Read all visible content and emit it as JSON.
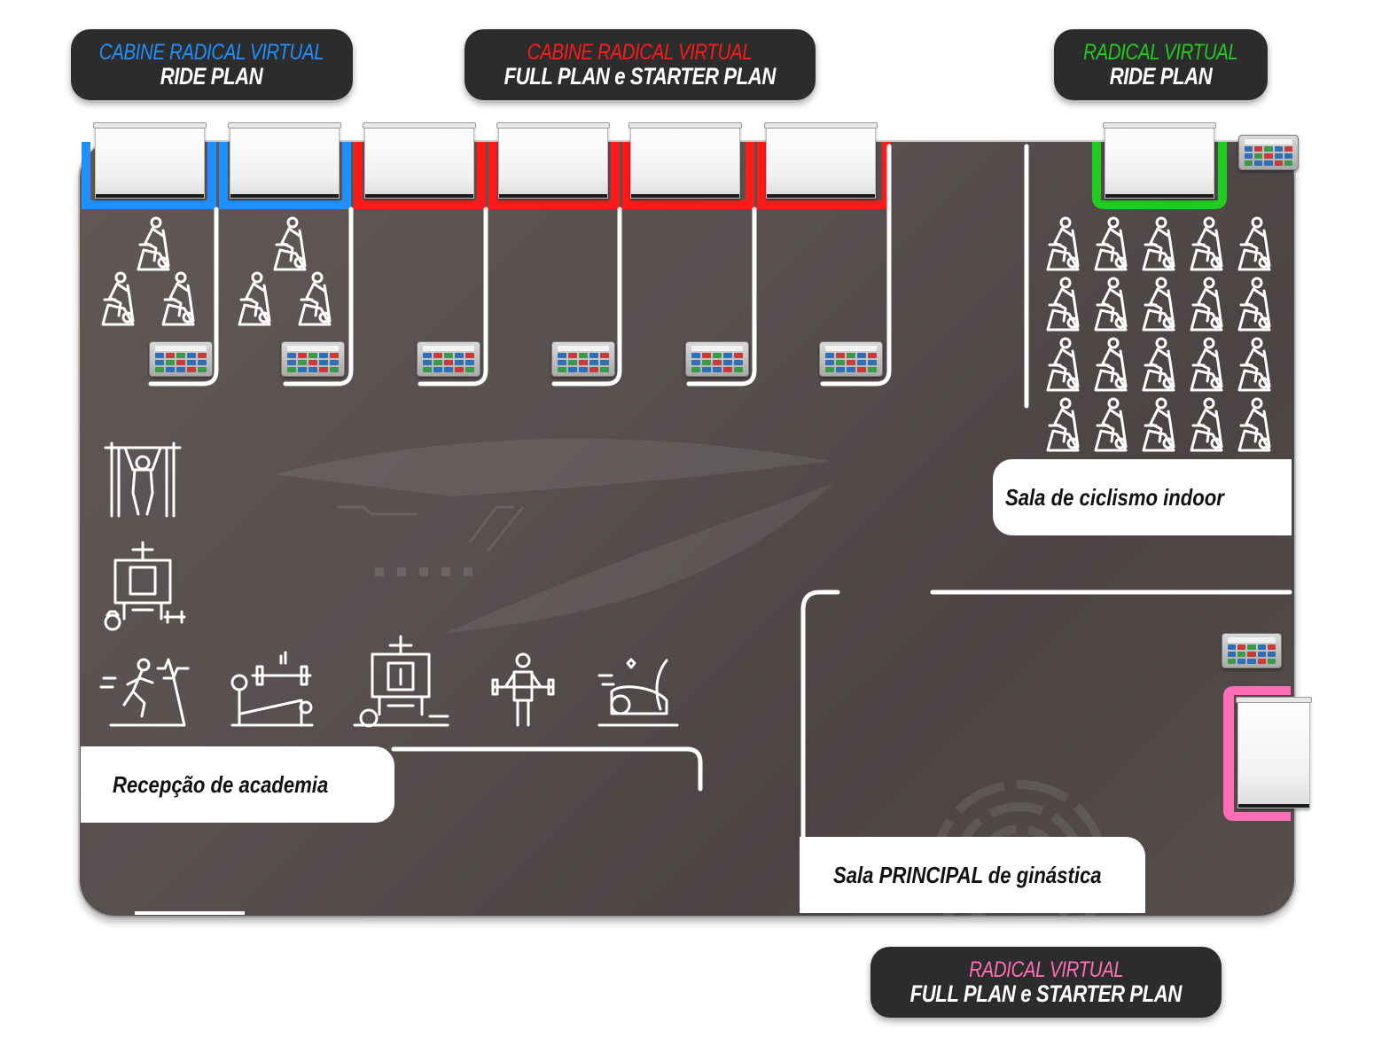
{
  "badges": {
    "blue": {
      "line1": "CABINE RADICAL VIRTUAL",
      "line2": "RIDE PLAN",
      "color": "#1e90ff"
    },
    "red": {
      "line1": "CABINE RADICAL VIRTUAL",
      "line2": "FULL PLAN e STARTER PLAN",
      "color": "#ff1a1a"
    },
    "green": {
      "line1": "RADICAL VIRTUAL",
      "line2": "RIDE PLAN",
      "color": "#1fcc1f"
    },
    "pink": {
      "line1": "RADICAL VIRTUAL",
      "line2": "FULL PLAN e STARTER PLAN",
      "color": "#ff6eb4"
    }
  },
  "rooms": {
    "cycling": "Sala de ciclismo indoor",
    "reception": "Recepção de academia",
    "main": "Sala PRINCIPAL de ginástica"
  },
  "cabin_colors": [
    "#1e90ff",
    "#1e90ff",
    "#ff1a1a",
    "#ff1a1a",
    "#ff1a1a",
    "#ff1a1a"
  ],
  "icons": {
    "bike": "stationary-bike-icon",
    "pullup": "pull-up-station-icon",
    "cable": "cable-machine-icon",
    "treadmill": "treadmill-icon",
    "bench": "bench-press-icon",
    "multi": "multi-station-icon",
    "lifter": "weightlifter-icon",
    "ebike": "exercise-bike-icon",
    "screen": "projection-screen-icon",
    "tablet": "tablet-icon"
  }
}
